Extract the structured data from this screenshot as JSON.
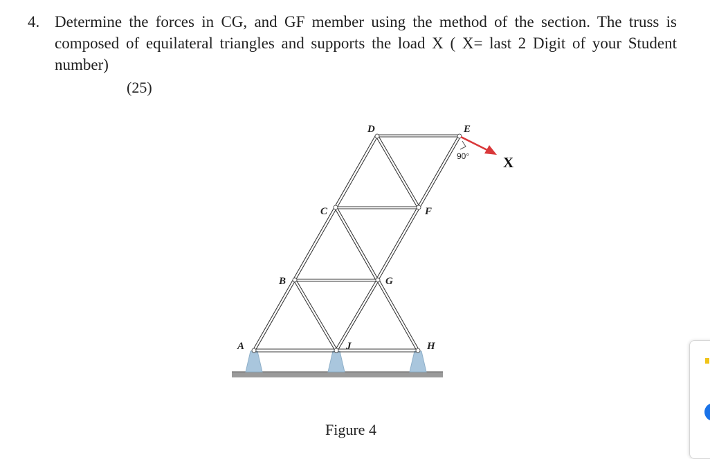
{
  "question": {
    "number": "4.",
    "text": "Determine the forces in CG, and GF member using the method of the section. The truss is composed of equilateral triangles and supports the load X ( X= last 2 Digit of your Student number)",
    "marks": "(25)"
  },
  "figure": {
    "caption": "Figure 4",
    "node_labels": {
      "A": "A",
      "B": "B",
      "C": "C",
      "D": "D",
      "E": "E",
      "F": "F",
      "G": "G",
      "H": "H",
      "J": "J"
    },
    "load_label": "X",
    "angle_label": "90°",
    "colors": {
      "member": "#3a3a3a",
      "support": "#a9c6dd",
      "ground": "#9a9a9a",
      "load_arrow": "#d9383a"
    }
  }
}
